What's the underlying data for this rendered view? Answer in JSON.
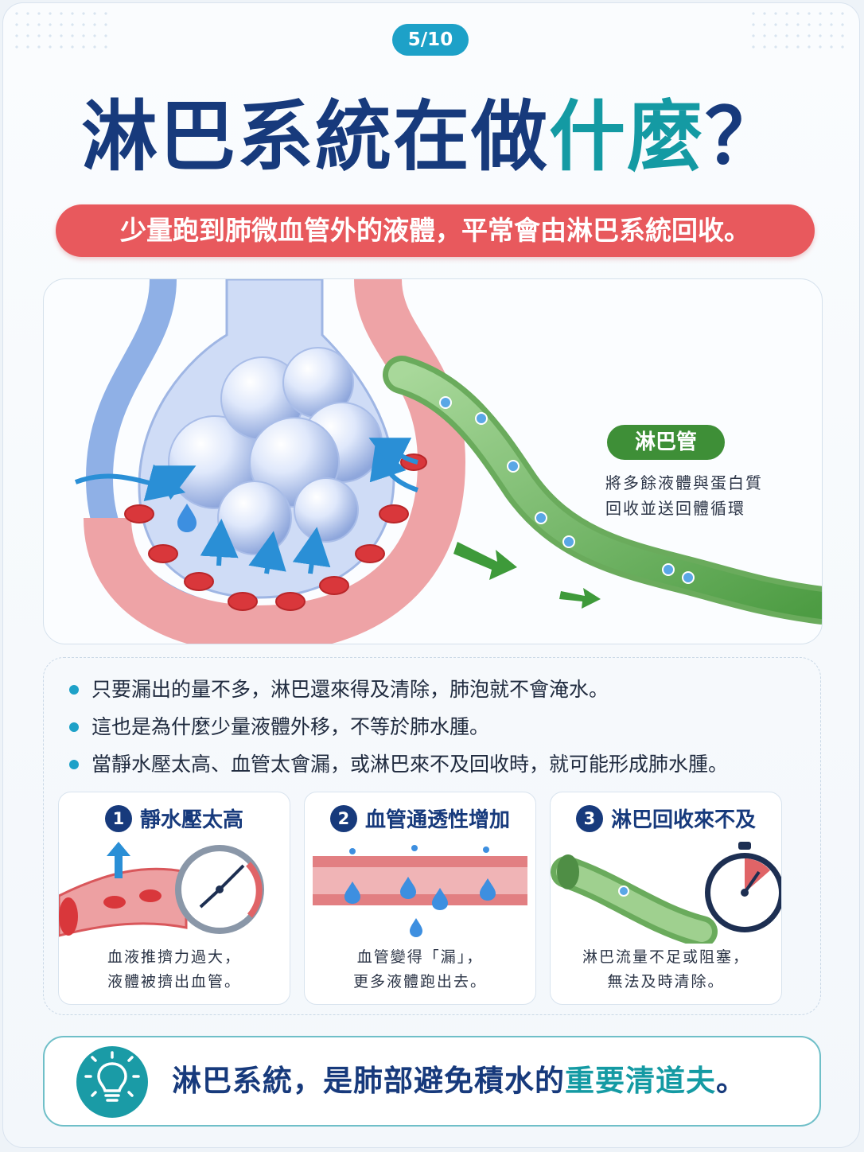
{
  "page_indicator": "5/10",
  "title": {
    "part1": "淋巴系統在做",
    "part2": "什麼",
    "part3": "？"
  },
  "banner": "少量跑到肺微血管外的液體，平常會由淋巴系統回收。",
  "illustration": {
    "lymph_label": "淋巴管",
    "lymph_desc": [
      "將多餘液體與蛋白質",
      "回收並送回體循環"
    ]
  },
  "bullets": [
    "只要漏出的量不多，淋巴還來得及清除，肺泡就不會淹水。",
    "這也是為什麼少量液體外移，不等於肺水腫。",
    "當靜水壓太高、血管太會漏，或淋巴來不及回收時，就可能形成肺水腫。"
  ],
  "causes": [
    {
      "num": "1",
      "title": "靜水壓太高",
      "desc": [
        "血液推擠力過大，",
        "液體被擠出血管。"
      ]
    },
    {
      "num": "2",
      "title": "血管通透性增加",
      "desc": [
        "血管變得「漏」，",
        "更多液體跑出去。"
      ]
    },
    {
      "num": "3",
      "title": "淋巴回收來不及",
      "desc": [
        "淋巴流量不足或阻塞，",
        "無法及時清除。"
      ]
    }
  ],
  "conclusion": {
    "part1": "淋巴系統，是肺部避免積水的",
    "part2": "重要清道夫",
    "part3": "。"
  },
  "colors": {
    "navy": "#173a7c",
    "teal": "#149aa3",
    "coral": "#e8595d",
    "lymph_green": "#3e8f37"
  },
  "icons": [
    "lightbulb-icon",
    "pressure-gauge-icon",
    "stopwatch-icon",
    "water-drop-icon"
  ]
}
